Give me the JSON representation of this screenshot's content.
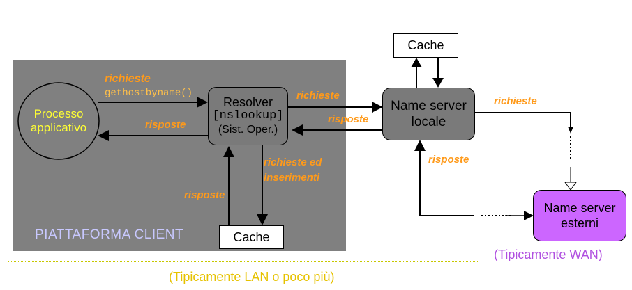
{
  "labels": {
    "client_platform": "PIATTAFORMA CLIENT",
    "lan_caption": "(Tipicamente LAN o poco più)",
    "wan_caption": "(Tipicamente WAN)"
  },
  "nodes": {
    "processo": [
      "Processo",
      "applicativo"
    ],
    "resolver": [
      "Resolver",
      "[nslookup]",
      "(Sist. Oper.)"
    ],
    "cache_top": "Cache",
    "cache_bottom": "Cache",
    "name_server_locale": [
      "Name server",
      "locale"
    ],
    "name_server_esterni": [
      "Name server",
      "esterni"
    ]
  },
  "edges": {
    "richieste_1": "richieste",
    "gethostbyname": "gethostbyname()",
    "risposte_1": "risposte",
    "richieste_2": "richieste",
    "risposte_2": "risposte",
    "richieste_ed": "richieste ed",
    "inserimenti": "inserimenti",
    "risposte_3": "risposte",
    "richieste_3": "richieste",
    "risposte_4": "risposte"
  },
  "colors": {
    "edge_label": "#ff9a1a",
    "lan_caption": "#e6c200",
    "wan_caption": "#b04fe0",
    "client_label": "#c8c8ff",
    "external_server": "#cc66ff",
    "node_gray": "#7a7a7a"
  }
}
